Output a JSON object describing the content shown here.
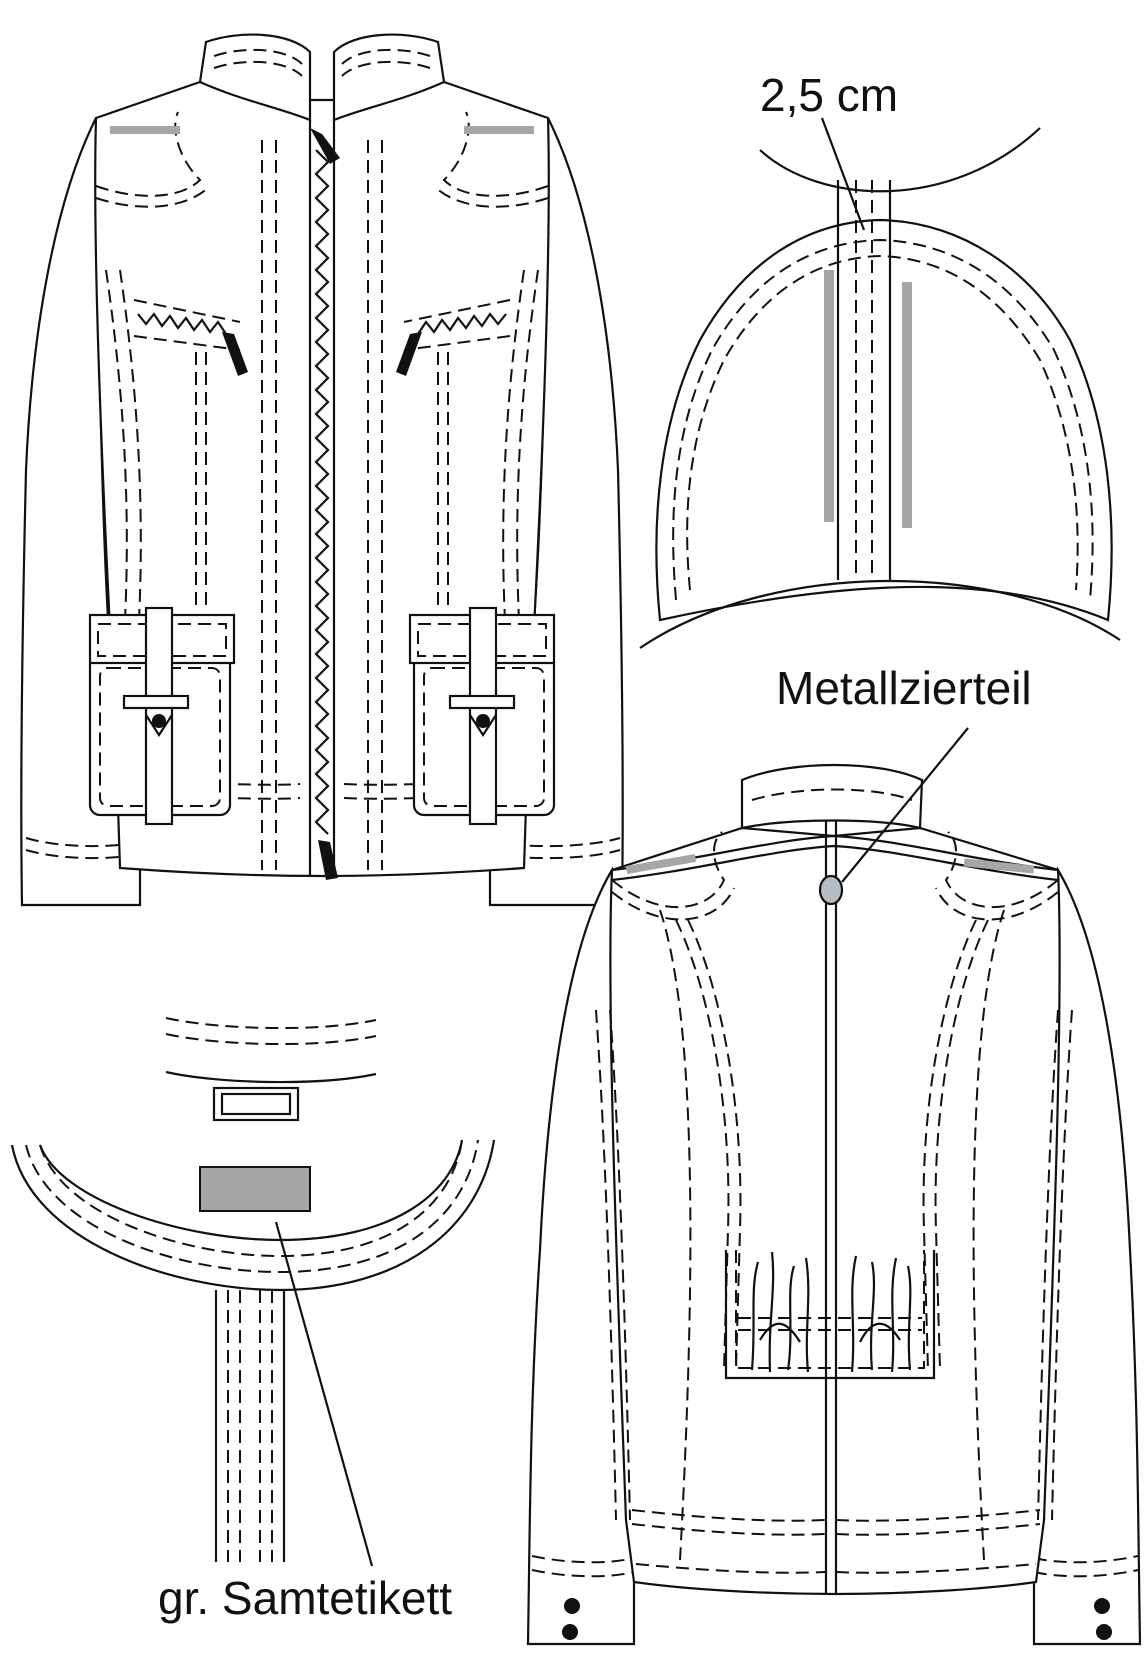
{
  "colors": {
    "line": "#111111",
    "shade": "#a6a6a6",
    "paper": "#ffffff"
  },
  "labels": {
    "seam_width": "2,5 cm",
    "metal_ornament": "Metallzierteil",
    "velvet_label": "gr. Samtetikett"
  }
}
